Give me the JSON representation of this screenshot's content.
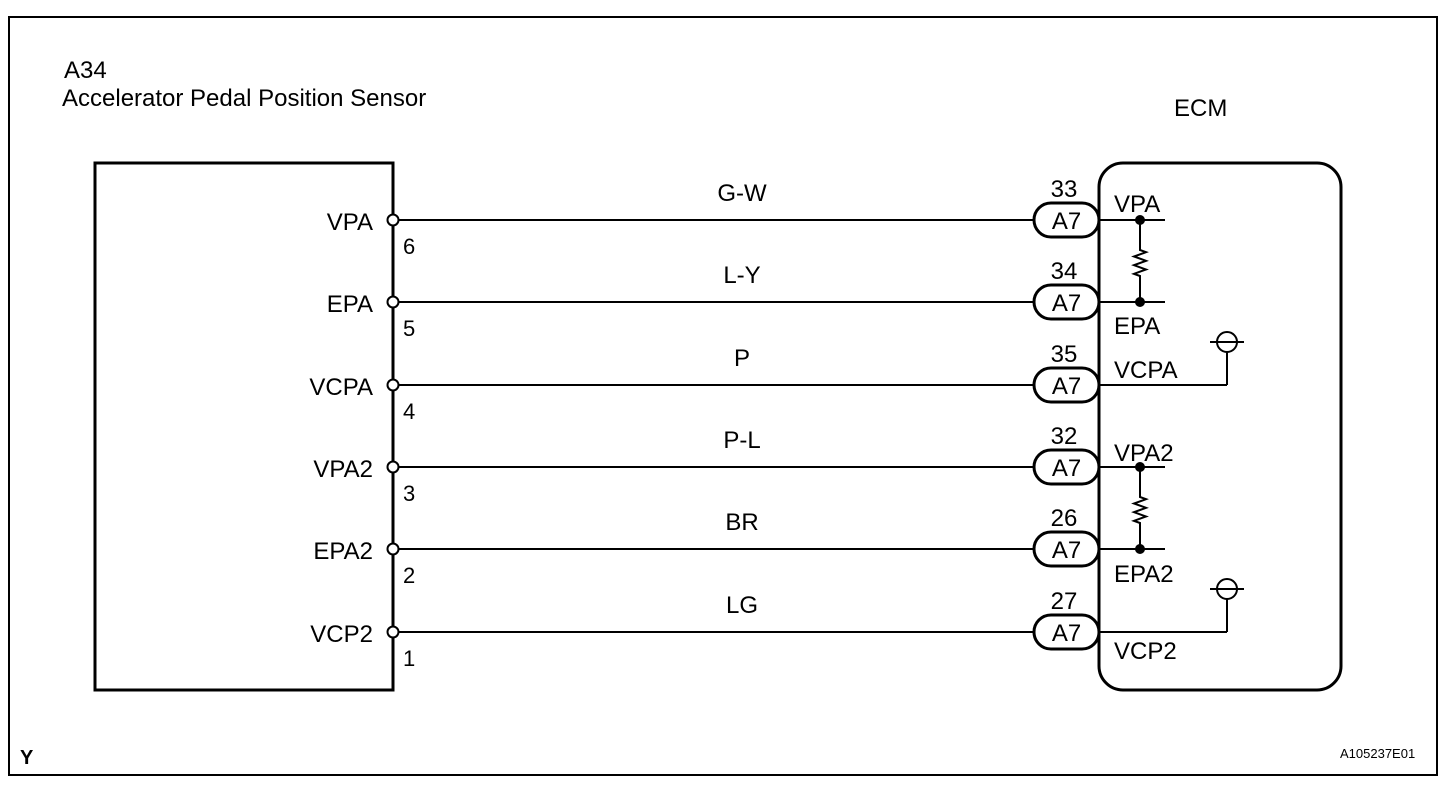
{
  "sensor": {
    "code": "A34",
    "name": "Accelerator Pedal Position Sensor"
  },
  "ecm": {
    "label": "ECM"
  },
  "wires": [
    {
      "sensor_pin_label": "VPA",
      "sensor_pin_number": "6",
      "wire_color": "G-W",
      "connector": "A7",
      "ecm_pin_number": "33",
      "ecm_pin_label": "VPA"
    },
    {
      "sensor_pin_label": "EPA",
      "sensor_pin_number": "5",
      "wire_color": "L-Y",
      "connector": "A7",
      "ecm_pin_number": "34",
      "ecm_pin_label": "EPA"
    },
    {
      "sensor_pin_label": "VCPA",
      "sensor_pin_number": "4",
      "wire_color": "P",
      "connector": "A7",
      "ecm_pin_number": "35",
      "ecm_pin_label": "VCPA"
    },
    {
      "sensor_pin_label": "VPA2",
      "sensor_pin_number": "3",
      "wire_color": "P-L",
      "connector": "A7",
      "ecm_pin_number": "32",
      "ecm_pin_label": "VPA2"
    },
    {
      "sensor_pin_label": "EPA2",
      "sensor_pin_number": "2",
      "wire_color": "BR",
      "connector": "A7",
      "ecm_pin_number": "26",
      "ecm_pin_label": "EPA2"
    },
    {
      "sensor_pin_label": "VCP2",
      "sensor_pin_number": "1",
      "wire_color": "LG",
      "connector": "A7",
      "ecm_pin_number": "27",
      "ecm_pin_label": "VCP2"
    }
  ],
  "footer": {
    "left_mark": "Y",
    "figure_id": "A105237E01"
  }
}
